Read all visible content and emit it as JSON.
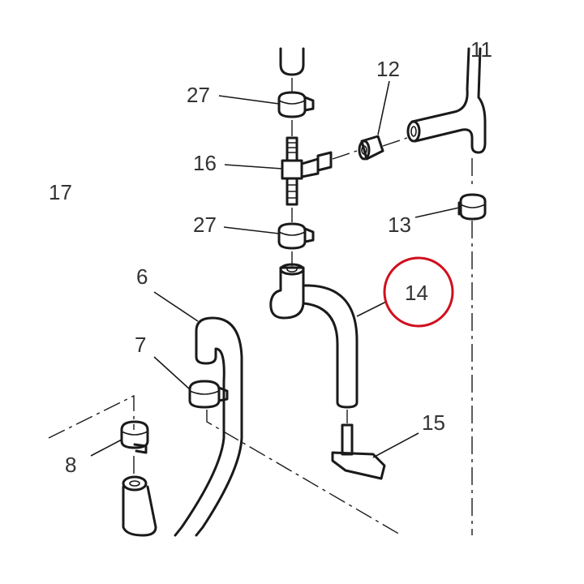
{
  "labels": {
    "l27_top": "27",
    "l16": "16",
    "l17": "17",
    "l27_bot": "27",
    "l12": "12",
    "l11": "11",
    "l13": "13",
    "l14": "14",
    "l6": "6",
    "l7": "7",
    "l8": "8",
    "l15": "15"
  },
  "highlight": {
    "target": "14",
    "color": "#d0101e"
  }
}
